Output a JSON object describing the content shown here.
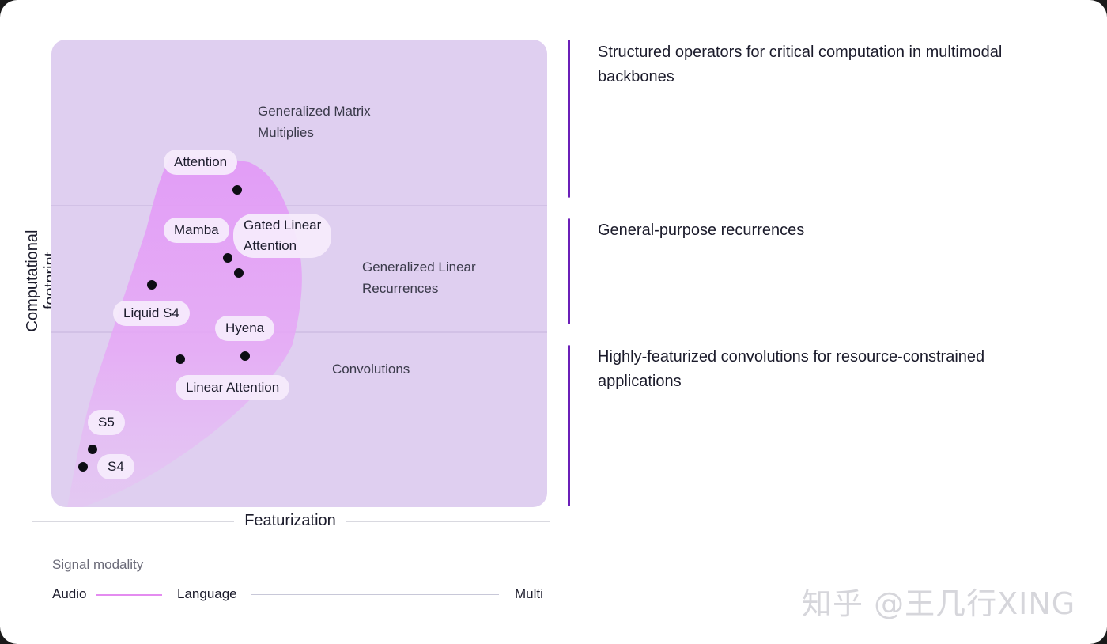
{
  "axes": {
    "y_label": "Computational footprint",
    "x_label": "Featurization"
  },
  "regions": [
    {
      "label": "Generalized Matrix\nMultiplies"
    },
    {
      "label": "Generalized Linear\nRecurrences"
    },
    {
      "label": "Convolutions"
    }
  ],
  "models": [
    {
      "label": "Attention"
    },
    {
      "label": "Mamba"
    },
    {
      "label": "Gated Linear\nAttention"
    },
    {
      "label": "Liquid S4"
    },
    {
      "label": "Hyena"
    },
    {
      "label": "Linear Attention"
    },
    {
      "label": "S5"
    },
    {
      "label": "S4"
    }
  ],
  "descriptions": [
    "Structured operators for critical computation in multimodal backbones",
    "General-purpose recurrences",
    "Highly-featurized convolutions for resource-constrained applications"
  ],
  "legend": {
    "title": "Signal modality",
    "items": [
      "Audio",
      "Language",
      "Multi"
    ]
  },
  "watermark": "知乎 @王几行XING",
  "colors": {
    "panel": "#dfcff0",
    "blob": "#e2a4f5",
    "divider_bar": "#6b1fb8",
    "audio_line": "#e48cf0",
    "language_line": "#c8c8d8"
  }
}
